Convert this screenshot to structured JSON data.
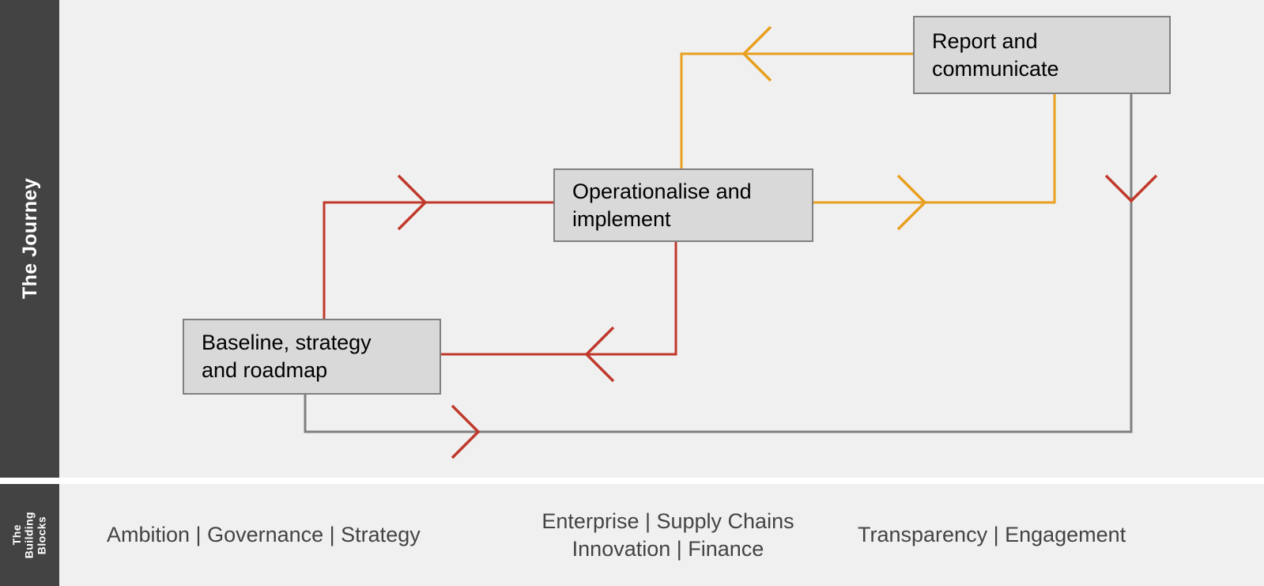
{
  "rails": {
    "journey": {
      "label": "The Journey"
    },
    "blocks": {
      "label": "The\nBuilding\nBlocks"
    }
  },
  "diagram": {
    "boxes": [
      {
        "id": "baseline",
        "label": "Baseline, strategy\nand roadmap"
      },
      {
        "id": "operationalise",
        "label": "Operationalise and\nimplement"
      },
      {
        "id": "report",
        "label": "Report and\ncommunicate"
      }
    ],
    "colors": {
      "red": "#c0392b",
      "orange": "#e8a020",
      "grey": "#808080",
      "box_fill": "#d9d9d9",
      "box_border": "#808080",
      "panel_bg": "#f0f0f0",
      "rail_bg": "#434343"
    },
    "flows": [
      {
        "from": "baseline",
        "to": "operationalise",
        "color": "red",
        "direction": "forward"
      },
      {
        "from": "operationalise",
        "to": "baseline",
        "color": "red",
        "direction": "feedback"
      },
      {
        "from": "operationalise",
        "to": "report",
        "color": "orange",
        "direction": "forward"
      },
      {
        "from": "report",
        "to": "operationalise",
        "color": "orange",
        "direction": "feedback"
      },
      {
        "from": "report",
        "to": "baseline",
        "color": "grey",
        "direction": "loop"
      }
    ]
  },
  "building_blocks": {
    "columns": [
      {
        "text": "Ambition | Governance | Strategy"
      },
      {
        "text": "Enterprise | Supply Chains\nInnovation | Finance"
      },
      {
        "text": "Transparency | Engagement"
      }
    ]
  }
}
